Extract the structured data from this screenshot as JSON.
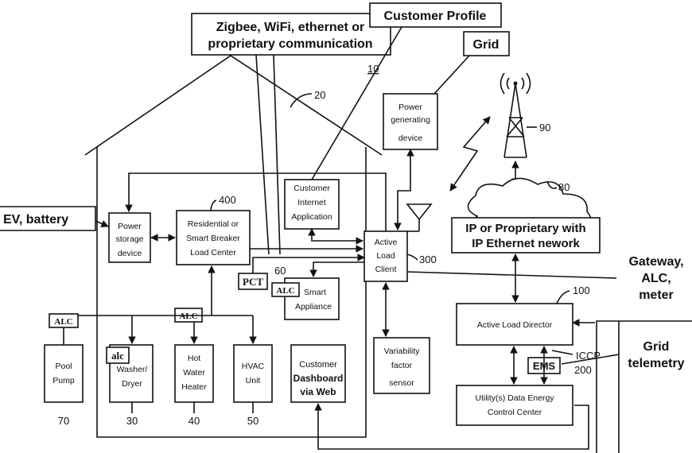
{
  "callouts": {
    "comm": [
      "Zigbee, WiFi, ethernet or",
      "proprietary communication"
    ],
    "customer_profile": "Customer Profile",
    "grid": "Grid",
    "ev_battery": "EV, battery",
    "ip_network": [
      "IP or Proprietary with",
      "IP Ethernet nework"
    ],
    "gateway": [
      "Gateway,",
      "ALC,",
      "meter"
    ],
    "grid_telemetry": [
      "Grid",
      "telemetry"
    ]
  },
  "refs": {
    "system": "10",
    "house": "20",
    "tower": "90",
    "cloud": "80",
    "breaker": "400",
    "alc_client": "300",
    "appliance": "60",
    "director": "100",
    "utility": "200",
    "pool": "70",
    "washer": "30",
    "heater": "40",
    "hvac": "50"
  },
  "boxes": {
    "power_generating": [
      "Power",
      "generating",
      "device"
    ],
    "customer_internet": [
      "Customer",
      "Internet",
      "Application"
    ],
    "power_storage": [
      "Power",
      "storage",
      "device"
    ],
    "breaker": [
      "Residential or",
      "Smart Breaker",
      "Load Center"
    ],
    "active_load_client": [
      "Active",
      "Load",
      "Client"
    ],
    "smart_appliance": [
      "Smart",
      "Appliance"
    ],
    "variability": [
      "Variability",
      "factor",
      "sensor"
    ],
    "pool_pump": [
      "Pool",
      "Pump"
    ],
    "washer_dryer": [
      "Washer/",
      "Dryer"
    ],
    "hot_water": [
      "Hot",
      "Water",
      "Heater"
    ],
    "hvac": [
      "HVAC",
      "Unit"
    ],
    "dashboard": [
      "Customer",
      "Dashboard",
      "via Web"
    ],
    "director": "Active Load Director",
    "utility": [
      "Utility(s) Data Energy",
      "Control Center"
    ]
  },
  "tags": {
    "alc": "ALC",
    "alc_small": "alc",
    "pct": "PCT",
    "ems": "EMS",
    "iccp": "ICCP"
  }
}
